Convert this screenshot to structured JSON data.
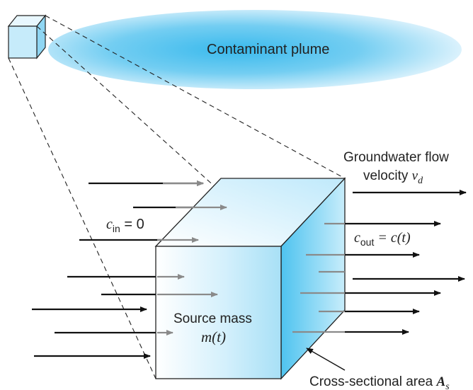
{
  "plume": {
    "label": "Contaminant plume"
  },
  "flow": {
    "label_line1": "Groundwater flow",
    "label_line2_text": "velocity ",
    "velocity_symbol": "v",
    "velocity_sub": "d"
  },
  "inflow": {
    "symbol": "c",
    "sub": "in",
    "equals": " = 0"
  },
  "outflow": {
    "symbol": "c",
    "sub": "out",
    "rhs": " = c(t)"
  },
  "source": {
    "label_line1": "Source mass",
    "label_line2": "m(t)"
  },
  "area": {
    "label_text": "Cross-sectional area ",
    "symbol": "A",
    "sub": "s"
  },
  "colors": {
    "plume": "#4fc3ee",
    "cube_light": "#dff4fd",
    "cube_face": "#9fdcf4",
    "arrow_dark": "#111111",
    "arrow_grey": "#8a8a8a"
  }
}
